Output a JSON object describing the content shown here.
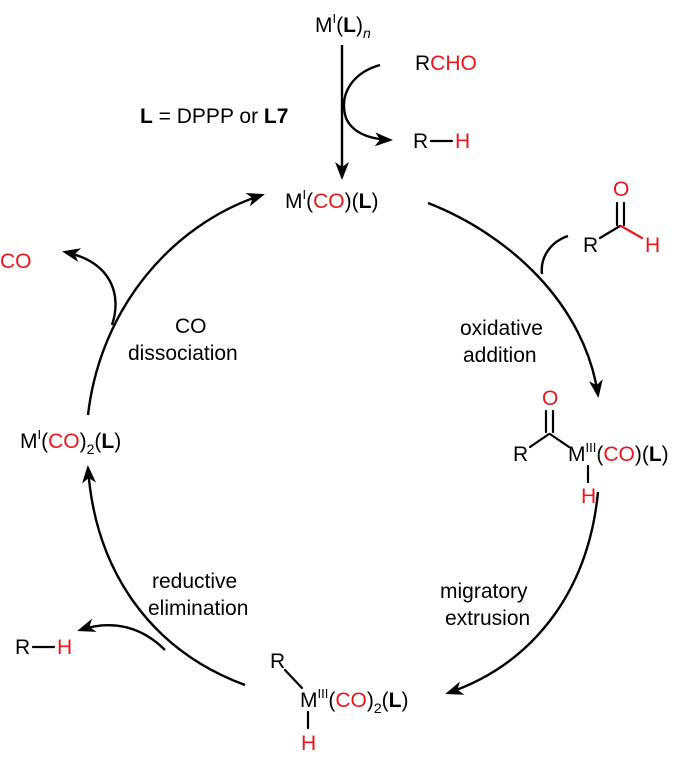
{
  "colors": {
    "black": "#000000",
    "red": "#e8171b"
  },
  "precursor": {
    "metal": "M",
    "ox": "I",
    "paren_open": "(",
    "ligand": "L",
    "paren_close": ")",
    "n": "n"
  },
  "reagent": {
    "r": "R",
    "cho": "CHO"
  },
  "byproduct_top": {
    "r": "R",
    "h": "H"
  },
  "ligand_note": {
    "l": "L",
    "text": " = DPPP or ",
    "l7": "L7"
  },
  "species_co": {
    "metal": "M",
    "ox": "I",
    "open": "(",
    "co": "CO",
    "mid": ")(",
    "ligand": "L",
    "close": ")"
  },
  "aldehyde": {
    "o": "O",
    "r": "R",
    "h": "H"
  },
  "species_acyl": {
    "o": "O",
    "r": "R",
    "metal": "M",
    "ox": "III",
    "open": "(",
    "co": "CO",
    "mid": ")(",
    "ligand": "L",
    "close": ")",
    "h": "H"
  },
  "species_alkyl": {
    "r": "R",
    "metal": "M",
    "ox": "III",
    "open": "(",
    "co": "CO",
    "close2": ")",
    "sub": "2",
    "open2": "(",
    "ligand": "L",
    "close": ")",
    "h": "H"
  },
  "species_dico": {
    "metal": "M",
    "ox": "I",
    "open": "(",
    "co": "CO",
    "close2": ")",
    "sub": "2",
    "open2": "(",
    "ligand": "L",
    "close": ")"
  },
  "co_released": "CO",
  "byproduct_left": {
    "r": "R",
    "h": "H"
  },
  "steps": {
    "oxidative_addition": [
      "oxidative",
      "addition"
    ],
    "migratory_extrusion": [
      "migratory",
      "extrusion"
    ],
    "reductive_elimination": [
      "reductive",
      "elimination"
    ],
    "co_dissociation": [
      "CO",
      "dissociation"
    ]
  }
}
